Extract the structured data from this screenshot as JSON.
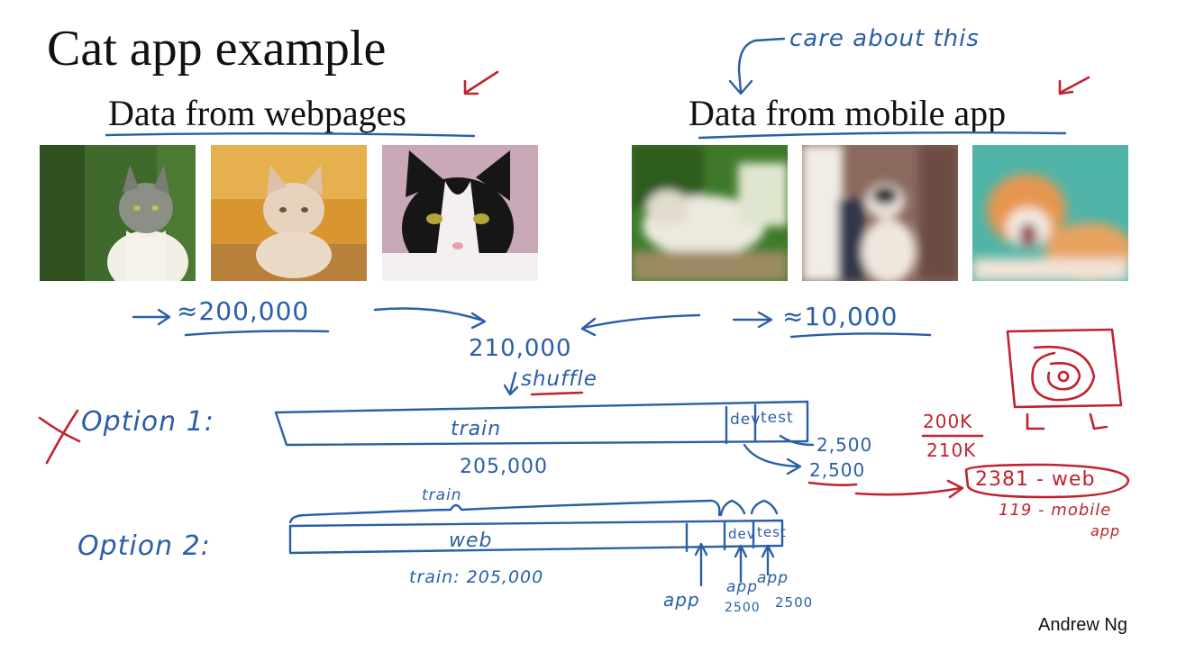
{
  "slide": {
    "title": "Cat app example",
    "author": "Andrew Ng"
  },
  "sections": {
    "web": {
      "title": "Data from webpages"
    },
    "mobile": {
      "title": "Data from mobile app"
    }
  },
  "images": {
    "web": [
      {
        "subject": "tabby cat on grass",
        "colors": [
          "#3f6a2c",
          "#8b8f86",
          "#f1efe6"
        ]
      },
      {
        "subject": "cream kitten in field",
        "colors": [
          "#d9952f",
          "#e7d3bd",
          "#b7803b"
        ]
      },
      {
        "subject": "black and white cat",
        "colors": [
          "#c9a8b8",
          "#161616",
          "#f3f0ef"
        ]
      }
    ],
    "mobile": [
      {
        "subject": "blurry white cat sleeping",
        "colors": [
          "#3f7a2b",
          "#ece9df",
          "#9c8b62"
        ]
      },
      {
        "subject": "blurry kitten yawning",
        "colors": [
          "#8a6a5e",
          "#e8dfd8",
          "#32394c"
        ]
      },
      {
        "subject": "blurry orange cat licking",
        "colors": [
          "#4fb4a7",
          "#e7964f",
          "#f6efe8"
        ]
      }
    ]
  },
  "annotations": {
    "care_note": "care about this",
    "web_count": "≈200,000",
    "mobile_count": "≈10,000",
    "combined_total": "210,000",
    "shuffle": "shuffle",
    "option1": {
      "label": "Option 1:",
      "train": "train",
      "dev": "dev",
      "test": "test",
      "train_size": "205,000",
      "dev_size": "2,500",
      "test_size": "2,500"
    },
    "option2": {
      "label": "Option 2:",
      "train": "train",
      "web": "web",
      "dev": "dev",
      "test": "test",
      "train_size": "train: 205,000",
      "app": "app",
      "dev_app": "app",
      "dev_size": "2500",
      "test_app": "app",
      "test_size": "2500"
    },
    "ratio_num": "200K",
    "ratio_den": "210K",
    "web_in_dev": "2381 - web",
    "mobile_in_dev": "119 - mobile",
    "mobile_in_dev_2": "app"
  },
  "colors": {
    "ink_blue": "#2a5ea8",
    "ink_red": "#c0232f"
  }
}
